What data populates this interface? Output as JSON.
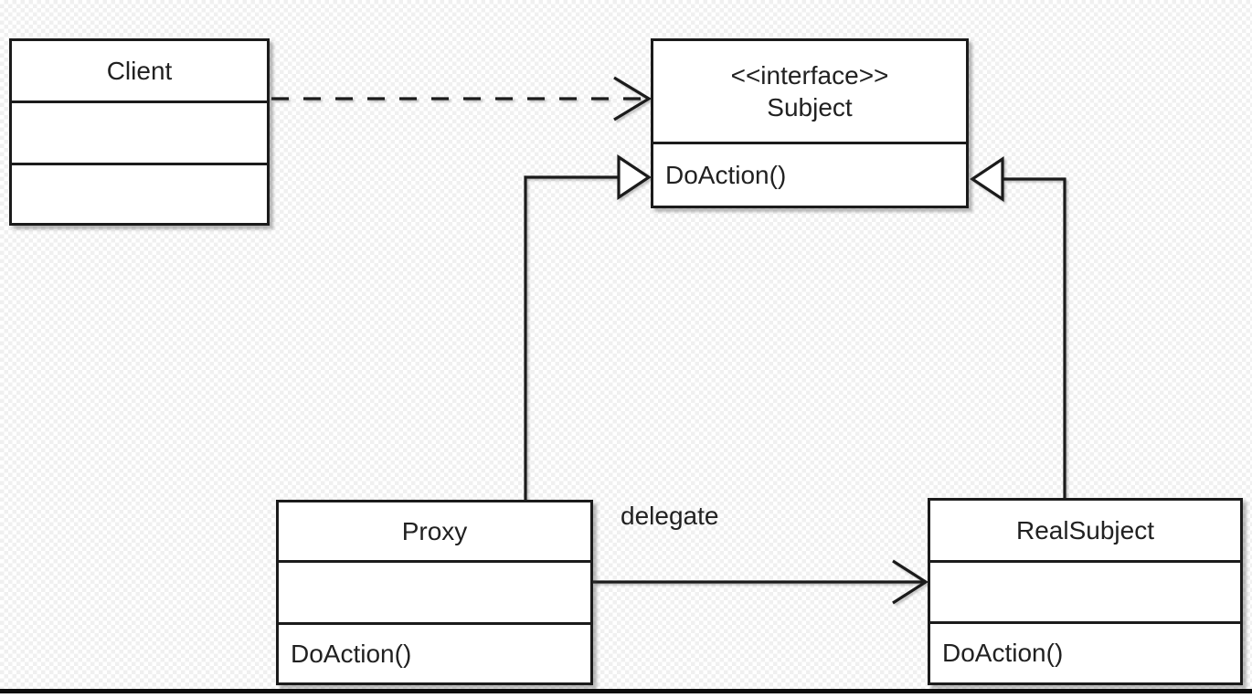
{
  "diagram": {
    "kind": "uml-class-diagram",
    "pattern": "Proxy"
  },
  "classes": {
    "client": {
      "name": "Client"
    },
    "subject": {
      "stereotype": "<<interface>>",
      "name": "Subject",
      "method": "DoAction()"
    },
    "proxy": {
      "name": "Proxy",
      "method": "DoAction()"
    },
    "realsubject": {
      "name": "RealSubject",
      "method": "DoAction()"
    }
  },
  "labels": {
    "delegate": "delegate"
  },
  "relationships": [
    {
      "from": "Client",
      "to": "Subject",
      "type": "dependency-dashed-open-arrow",
      "label": ""
    },
    {
      "from": "Proxy",
      "to": "Subject",
      "type": "realization-hollow-triangle",
      "label": ""
    },
    {
      "from": "RealSubject",
      "to": "Subject",
      "type": "realization-hollow-triangle",
      "label": ""
    },
    {
      "from": "Proxy",
      "to": "RealSubject",
      "type": "association-open-arrow",
      "label": "delegate"
    }
  ],
  "colors": {
    "line": "#1b1b1b",
    "text": "#212121",
    "fill": "#ffffff",
    "checker": "#f0f0f0",
    "bg": "#ffffff"
  }
}
